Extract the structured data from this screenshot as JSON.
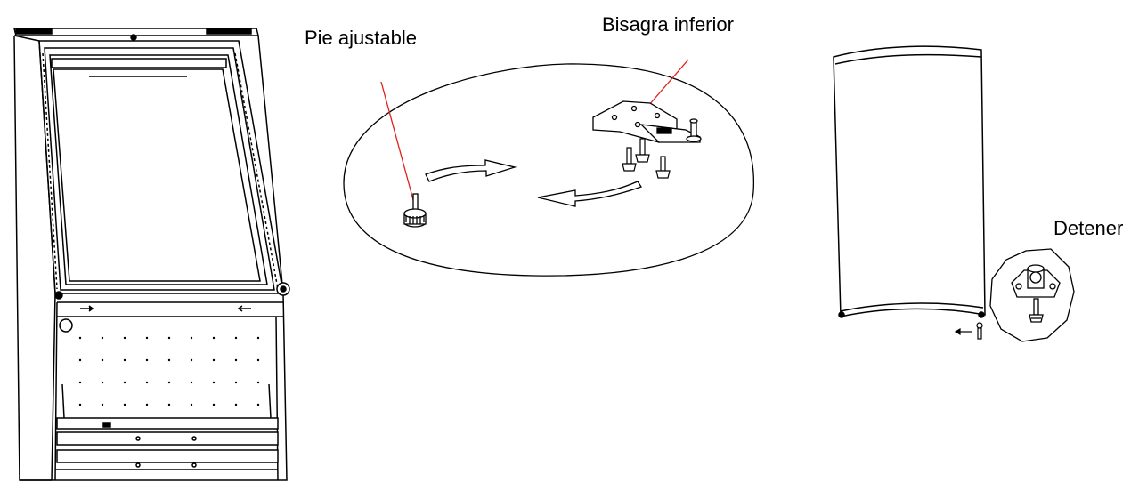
{
  "labels": {
    "adjustable_foot": "Pie ajustable",
    "lower_hinge": "Bisagra inferior",
    "stop": "Detener"
  },
  "colors": {
    "line": "#000000",
    "leader": "#e0201b",
    "background": "#ffffff"
  }
}
